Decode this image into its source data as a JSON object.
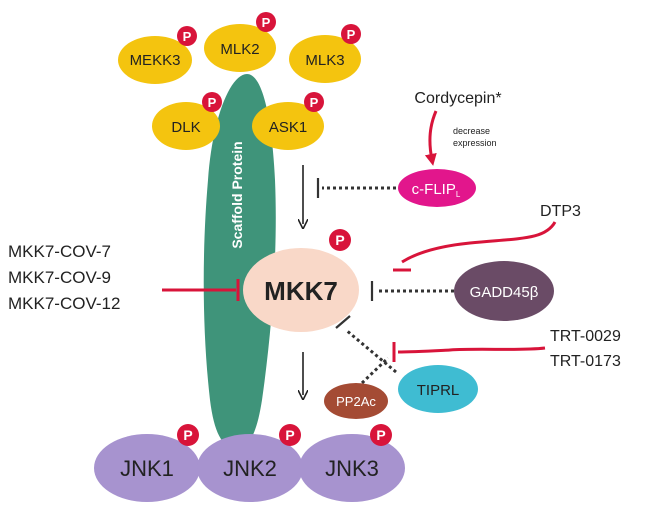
{
  "scaffold": {
    "label": "Scaffold Protein",
    "color": "#3f947a"
  },
  "phospho_label": "P",
  "colors": {
    "kinase_yellow": "#f4c40f",
    "phospho_red": "#d8143a",
    "inhibitor_red": "#d8143a",
    "mkk7_fill": "#f9d8c8",
    "jnk_fill": "#a793cf",
    "cflip_fill": "#e2168c",
    "gadd45_fill": "#6a4b66",
    "pp2ac_fill": "#a44b34",
    "tiprl_fill": "#3fbcd2",
    "dotted_line": "#333333"
  },
  "upstream_kinases": [
    {
      "id": "mekk3",
      "label": "MEKK3"
    },
    {
      "id": "mlk2",
      "label": "MLK2"
    },
    {
      "id": "mlk3",
      "label": "MLK3"
    },
    {
      "id": "dlk",
      "label": "DLK"
    },
    {
      "id": "ask1",
      "label": "ASK1"
    }
  ],
  "mkk7": {
    "label": "MKK7"
  },
  "downstream": [
    {
      "id": "jnk1",
      "label": "JNK1"
    },
    {
      "id": "jnk2",
      "label": "JNK2"
    },
    {
      "id": "jnk3",
      "label": "JNK3"
    }
  ],
  "regulators": {
    "cflip": {
      "label": "c-FLIP",
      "subscript": "L"
    },
    "gadd45": {
      "label": "GADD45β"
    },
    "pp2ac": {
      "label": "PP2Ac"
    },
    "tiprl": {
      "label": "TIPRL"
    }
  },
  "compounds": {
    "cordycepin": "Cordycepin*",
    "cordycepin_effect_line1": "decrease",
    "cordycepin_effect_line2": "expression",
    "dtp3": "DTP3",
    "covalent": [
      "MKK7-COV-7",
      "MKK7-COV-9",
      "MKK7-COV-12"
    ],
    "trt": [
      "TRT-0029",
      "TRT-0173"
    ]
  }
}
